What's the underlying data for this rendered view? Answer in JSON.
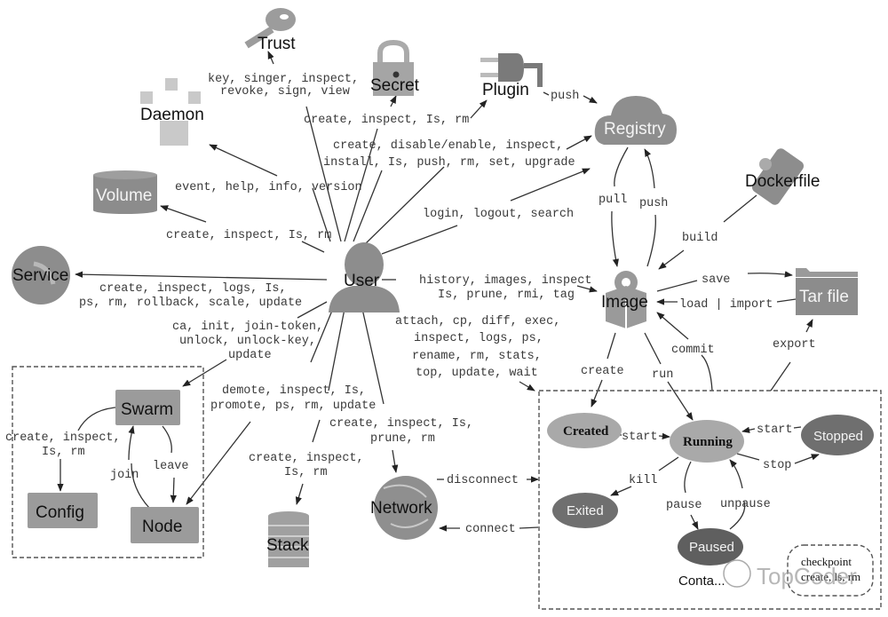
{
  "nodes": {
    "user": "User",
    "trust": "Trust",
    "secret": "Secret",
    "plugin": "Plugin",
    "registry": "Registry",
    "daemon": "Daemon",
    "volume": "Volume",
    "service": "Service",
    "dockerfile": "Dockerfile",
    "image": "Image",
    "tarfile": "Tar file",
    "swarm": "Swarm",
    "config": "Config",
    "node": "Node",
    "stack": "Stack",
    "network": "Network"
  },
  "states": {
    "created": "Created",
    "running": "Running",
    "stopped": "Stopped",
    "exited": "Exited",
    "paused": "Paused",
    "container": "Conta...",
    "checkpoint_line1": "checkpoint",
    "checkpoint_line2": "create, ls, rm"
  },
  "edges": {
    "trust_1": "key, singer, inspect,",
    "trust_2": "revoke, sign, view",
    "secret": "create, inspect, Is, rm",
    "plugin_1": "create, disable/enable, inspect,",
    "plugin_2": "install, Is, push, rm, set, upgrade",
    "plugin_push": "push",
    "daemon": "event, help, info, version",
    "registry": "login, logout, search",
    "volume": "create, inspect, Is, rm",
    "service_1": "create, inspect, logs, Is,",
    "service_2": "ps, rm, rollback, scale, update",
    "swarm_1": "ca, init, join-token,",
    "swarm_2": "unlock, unlock-key,",
    "swarm_3": "update",
    "image_1": "history, images, inspect",
    "image_2": "Is, prune, rmi, tag",
    "container_1": "attach, cp, diff, exec,",
    "container_2": "inspect, logs, ps,",
    "container_3": "rename, rm, stats,",
    "container_4": "top, update, wait",
    "node_1": "demote, inspect, Is,",
    "node_2": "promote, ps, rm, update",
    "network_1": "create, inspect, Is,",
    "network_2": "prune, rm",
    "stack_1": "create, inspect,",
    "stack_2": "Is, rm",
    "config_1": "create, inspect,",
    "config_2": "Is, rm",
    "join": "join",
    "leave": "leave",
    "pull": "pull",
    "push": "push",
    "build": "build",
    "save": "save",
    "load_import": "load | import",
    "commit": "commit",
    "export": "export",
    "create": "create",
    "run": "run",
    "disconnect": "disconnect",
    "connect": "connect",
    "start1": "start",
    "start2": "start",
    "stop": "stop",
    "kill": "kill",
    "pause": "pause",
    "unpause": "unpause"
  },
  "watermark": "TopCoder",
  "colors": {
    "icon_gray": "#8e8e8e",
    "icon_light": "#bdbdbd",
    "state_light": "#a9a9a9",
    "state_dark": "#6f6f6f"
  }
}
